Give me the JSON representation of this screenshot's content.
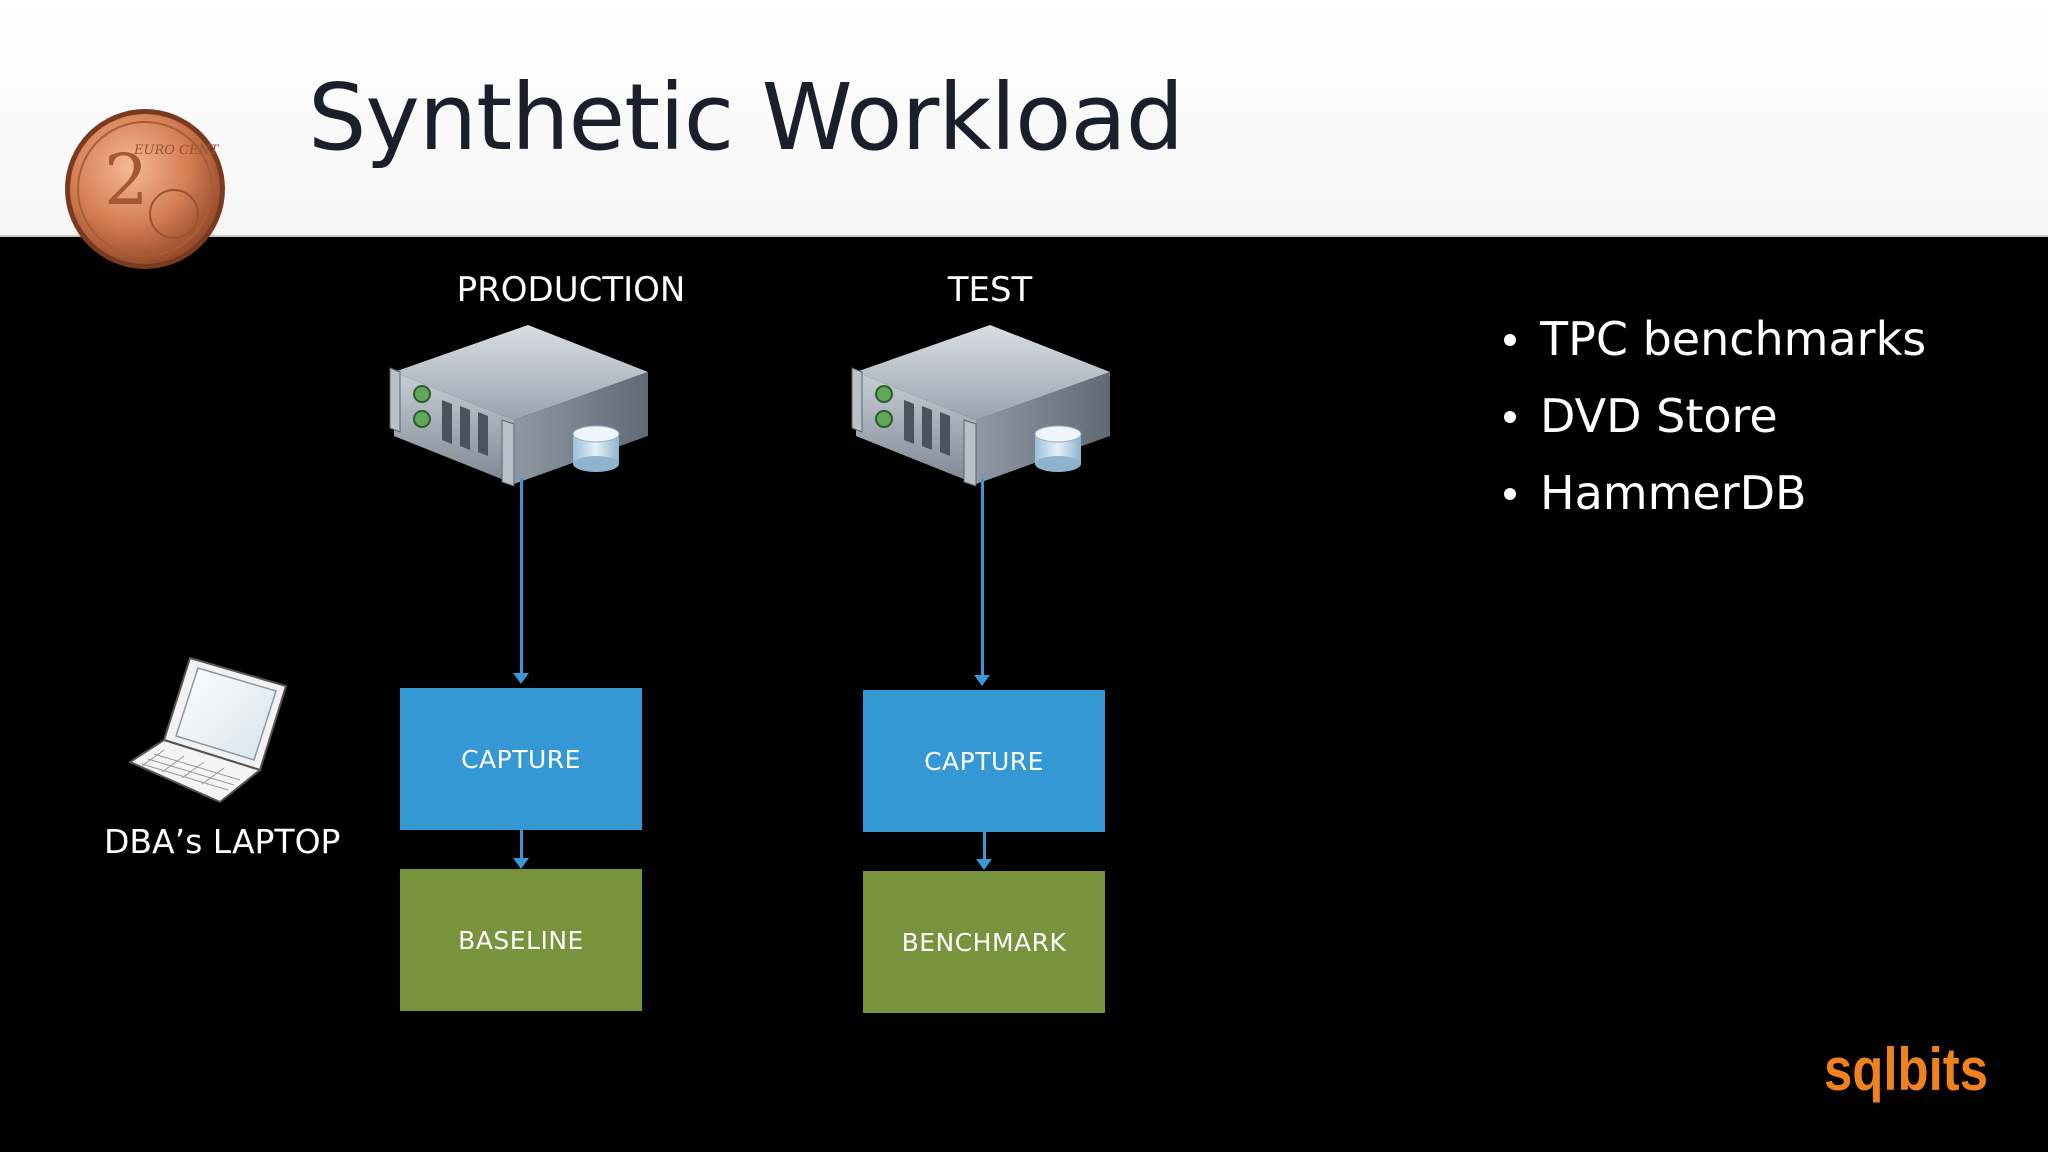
{
  "slide": {
    "title": "Synthetic Workload"
  },
  "diagram": {
    "production": {
      "label": "PRODUCTION",
      "capture": "CAPTURE",
      "output": "BASELINE"
    },
    "test": {
      "label": "TEST",
      "capture": "CAPTURE",
      "output": "BENCHMARK"
    },
    "laptop": {
      "label": "DBA’s LAPTOP"
    }
  },
  "bullets": [
    "TPC benchmarks",
    "DVD Store",
    "HammerDB"
  ],
  "branding": {
    "logo_text": "sqlbits",
    "coin_text": "EURO CENT",
    "coin_value": "2"
  },
  "icons": {
    "coin": "euro-coin-icon",
    "server": "server-icon",
    "laptop": "laptop-icon"
  },
  "colors": {
    "capture": "#3498d4",
    "result": "#77933c",
    "connector": "#3a98d8",
    "logo": "#f0821e",
    "background": "#000000",
    "header": "#ffffff"
  }
}
